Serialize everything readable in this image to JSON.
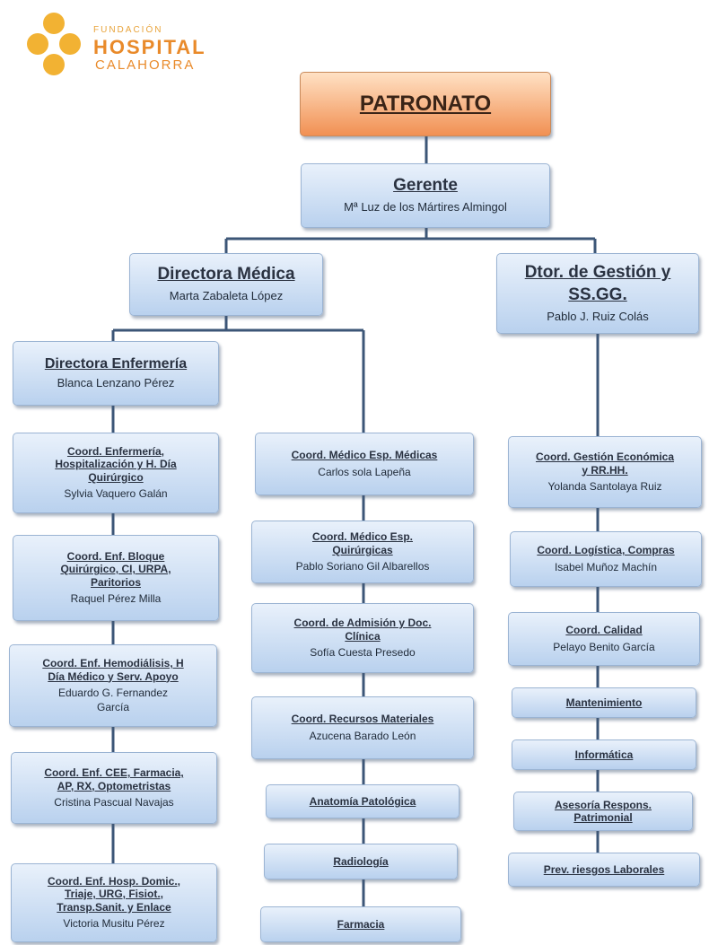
{
  "logo": {
    "line1": "FUNDACIÓN",
    "line2": "HOSPITAL",
    "line3": "CALAHORRA"
  },
  "patronato": {
    "title": "PATRONATO"
  },
  "gerente": {
    "title": "Gerente",
    "name": "Mª Luz de los Mártires Almingol"
  },
  "directora_medica": {
    "title": "Directora Médica",
    "name": "Marta Zabaleta López"
  },
  "dtor_gestion": {
    "title_line1": "Dtor. de Gestión y",
    "title_line2": "SS.GG.",
    "name": "Pablo J. Ruiz Colás"
  },
  "directora_enfermeria": {
    "title": "Directora Enfermería",
    "name": "Blanca Lenzano Pérez"
  },
  "enfermeria_column": [
    {
      "title_lines": [
        "Coord. Enfermería,",
        "Hospitalización y H. Día",
        "Quirúrgico"
      ],
      "name_lines": [
        "Sylvia Vaquero Galán"
      ]
    },
    {
      "title_lines": [
        "Coord. Enf. Bloque",
        "Quirúrgico, CI, URPA,",
        "Paritorios"
      ],
      "name_lines": [
        "Raquel Pérez Milla"
      ]
    },
    {
      "title_lines": [
        "Coord. Enf. Hemodiálisis, H",
        "Día Médico y Serv. Apoyo"
      ],
      "name_lines": [
        "Eduardo G. Fernandez",
        "García"
      ]
    },
    {
      "title_lines": [
        "Coord. Enf. CEE, Farmacia,",
        "AP, RX, Optometristas"
      ],
      "name_lines": [
        "Cristina Pascual Navajas"
      ]
    },
    {
      "title_lines": [
        "Coord. Enf. Hosp. Domic.,",
        "Triaje, URG, Fisiot.,",
        "Transp.Sanit. y Enlace"
      ],
      "name_lines": [
        "Victoria Musitu Pérez"
      ]
    }
  ],
  "medico_column": [
    {
      "title_lines": [
        "Coord. Médico Esp. Médicas"
      ],
      "name_lines": [
        "Carlos sola Lapeña"
      ]
    },
    {
      "title_lines": [
        "Coord. Médico Esp.",
        "Quirúrgicas"
      ],
      "name_lines": [
        "Pablo Soriano Gil Albarellos"
      ]
    },
    {
      "title_lines": [
        "Coord. de Admisión y Doc.",
        "Clínica"
      ],
      "name_lines": [
        "Sofía Cuesta Presedo"
      ]
    },
    {
      "title_lines": [
        "Coord. Recursos Materiales"
      ],
      "name_lines": [
        "Azucena Barado León"
      ]
    },
    {
      "title_lines": [
        "Anatomía Patológica"
      ],
      "name_lines": []
    },
    {
      "title_lines": [
        "Radiología"
      ],
      "name_lines": []
    },
    {
      "title_lines": [
        "Farmacia"
      ],
      "name_lines": []
    }
  ],
  "gestion_column": [
    {
      "title_lines": [
        "Coord. Gestión Económica",
        "y RR.HH."
      ],
      "name_lines": [
        "Yolanda Santolaya Ruiz"
      ]
    },
    {
      "title_lines": [
        "Coord. Logística, Compras"
      ],
      "name_lines": [
        "Isabel Muñoz Machín"
      ]
    },
    {
      "title_lines": [
        "Coord. Calidad"
      ],
      "name_lines": [
        "Pelayo Benito García"
      ]
    },
    {
      "title_lines": [
        "Mantenimiento"
      ],
      "name_lines": []
    },
    {
      "title_lines": [
        "Informática"
      ],
      "name_lines": []
    },
    {
      "title_lines": [
        "Asesoría Respons.",
        "Patrimonial"
      ],
      "name_lines": []
    },
    {
      "title_lines": [
        "Prev. riesgos Laborales"
      ],
      "name_lines": []
    }
  ],
  "colors": {
    "box_top": "#e9f1fb",
    "box_bottom": "#b9d1ee",
    "patronato_top": "#ffe1c4",
    "patronato_bottom": "#f19053",
    "connector": "#3c5677",
    "logo_orange": "#e98a2a"
  }
}
